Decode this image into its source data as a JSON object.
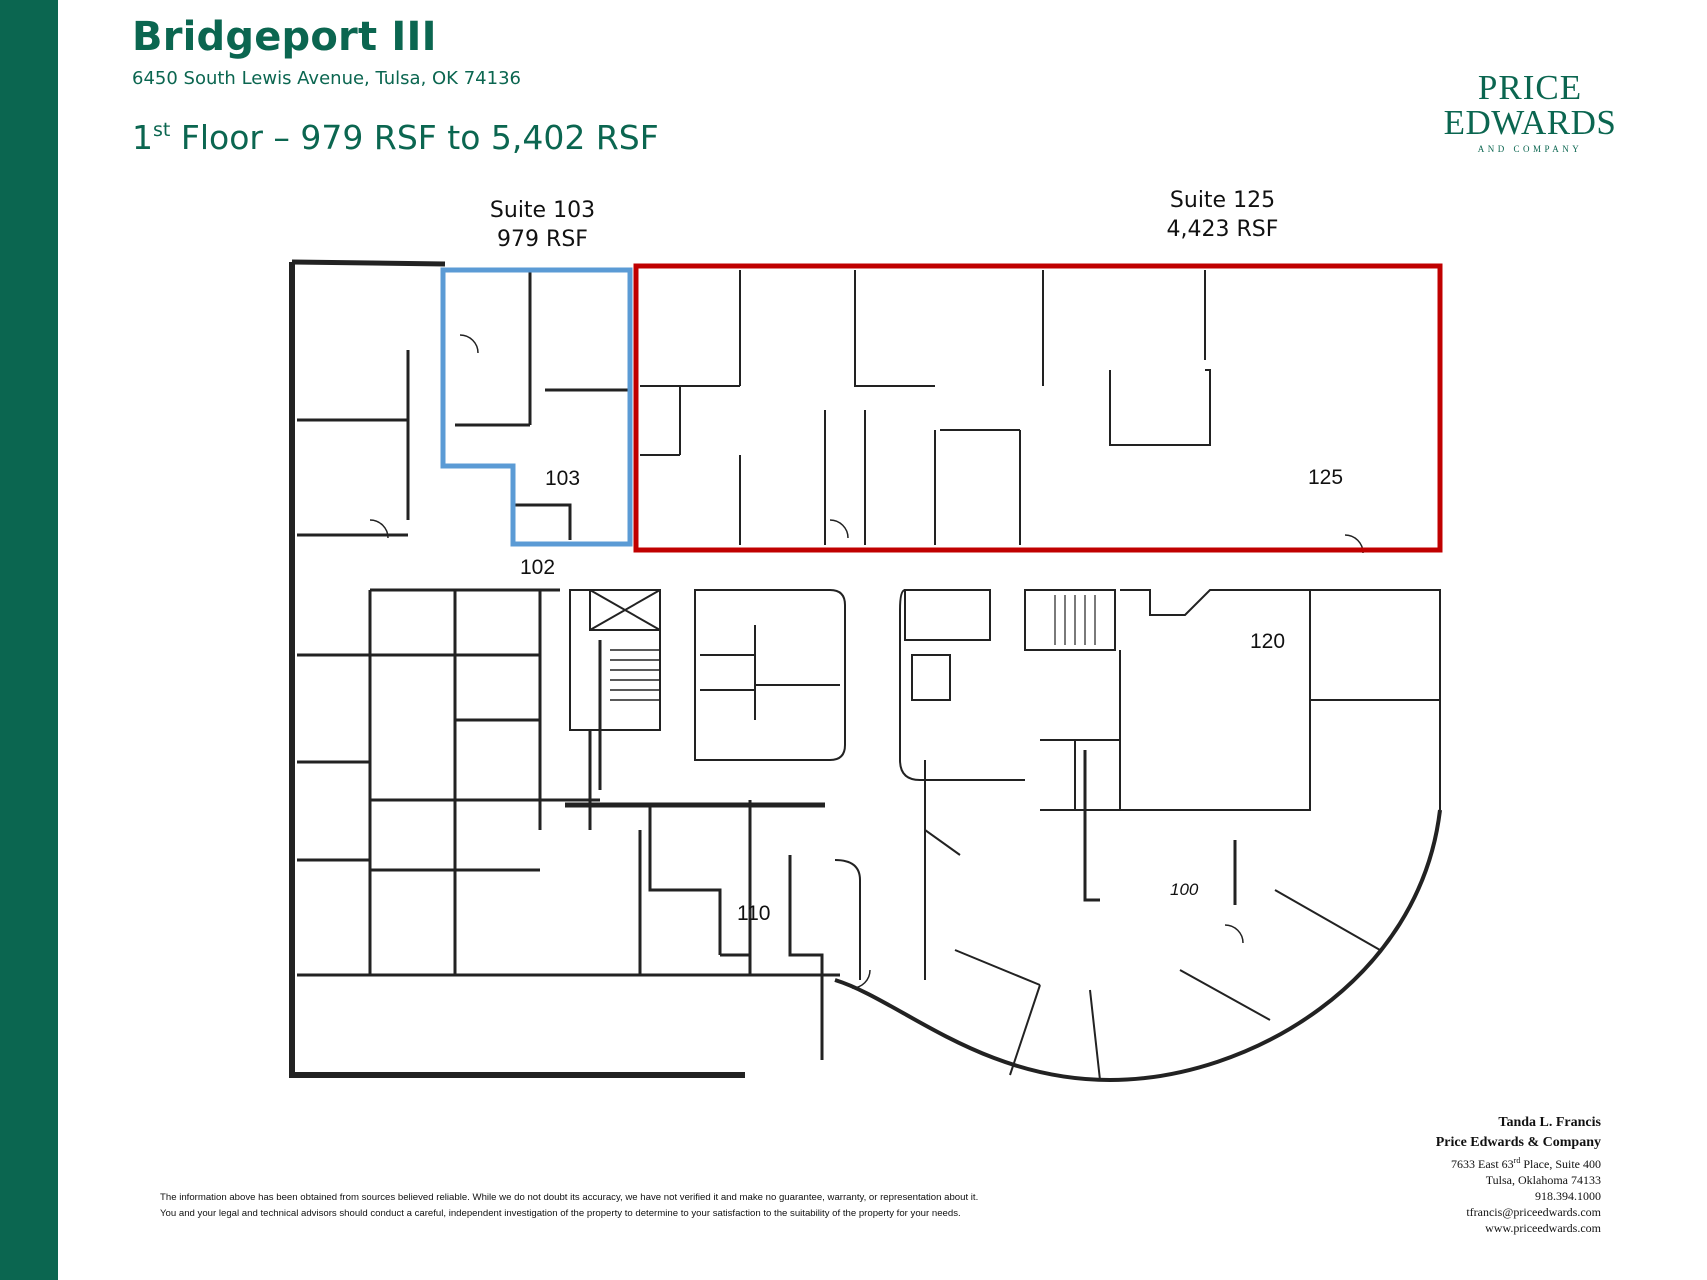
{
  "document": {
    "title": "Bridgeport III",
    "address": "6450 South Lewis Avenue, Tulsa, OK  74136",
    "floor_heading": {
      "floor_number": "1",
      "floor_suffix": "st",
      "floor_text": " Floor – 979 RSF to 5,402 RSF"
    },
    "brand_color": "#0b6650"
  },
  "logo": {
    "line1": "PRICE",
    "line2": "EDWARDS",
    "line3": "AND COMPANY"
  },
  "suites": [
    {
      "label": "Suite 103",
      "area": "979 RSF",
      "outline_color": "#5b9bd5"
    },
    {
      "label": "Suite 125",
      "area": "4,423 RSF",
      "outline_color": "#c00000"
    }
  ],
  "floor_plan": {
    "room_labels": [
      "103",
      "125",
      "102",
      "120",
      "110",
      "100"
    ]
  },
  "disclaimer": {
    "line1": "The information above has been obtained from sources believed reliable.  While we do not doubt its accuracy, we have not verified it and make no guarantee, warranty, or representation about it.",
    "line2": "You and your legal and technical advisors should conduct a careful, independent investigation of the property to determine to your satisfaction to the suitability of the property for your needs."
  },
  "contact": {
    "name": "Tanda L. Francis",
    "company": "Price Edwards & Company",
    "street_prefix": "7633 East 63",
    "street_sup": "rd",
    "street_suffix": " Place, Suite 400",
    "city": "Tulsa, Oklahoma  74133",
    "phone": "918.394.1000",
    "email": "tfrancis@priceedwards.com",
    "website": "www.priceedwards.com"
  }
}
